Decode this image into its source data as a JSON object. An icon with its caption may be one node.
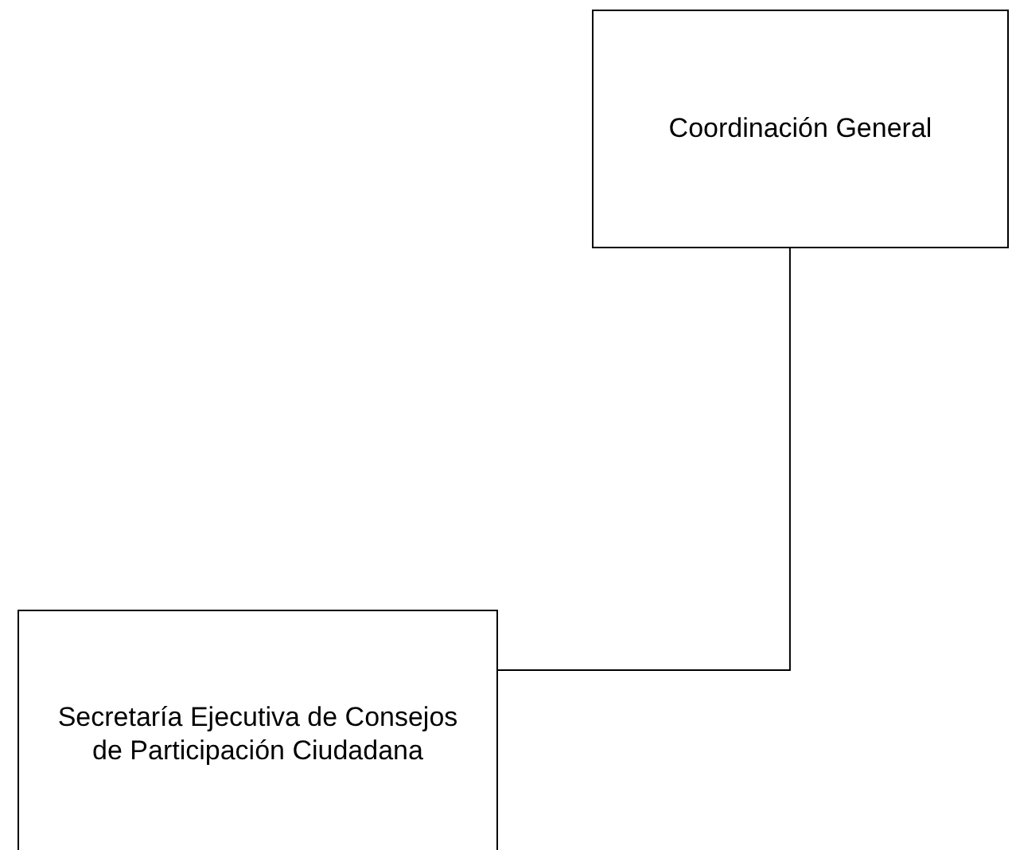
{
  "diagram": {
    "nodes": [
      {
        "text": [
          "Coordinación General"
        ]
      },
      {
        "text": [
          "Secretaría Ejecutiva de Consejos de Participación Ciudadana"
        ]
      }
    ],
    "edges": [
      {
        "from": 0,
        "to": 1,
        "arrow": "none"
      }
    ]
  }
}
